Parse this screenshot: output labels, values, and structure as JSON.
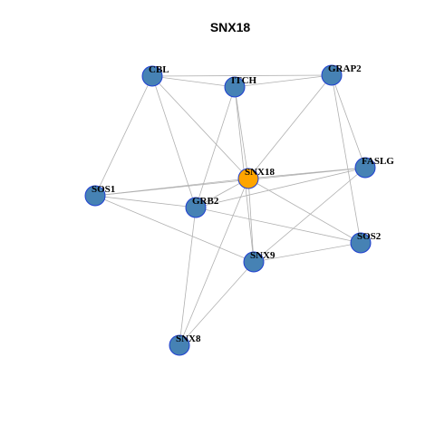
{
  "title": "SNX18",
  "colors": {
    "node_fill": "#4682B4",
    "node_stroke": "#1f3fd1",
    "center_fill": "#FFA500",
    "center_stroke": "#1f3fd1",
    "edge": "#b0b0b0"
  },
  "nodes": [
    {
      "id": "CBL",
      "label": "CBL"
    },
    {
      "id": "ITCH",
      "label": "ITCH"
    },
    {
      "id": "GRAP2",
      "label": "GRAP2"
    },
    {
      "id": "SNX18",
      "label": "SNX18",
      "center": true
    },
    {
      "id": "FASLG",
      "label": "FASLG"
    },
    {
      "id": "SOS1",
      "label": "SOS1"
    },
    {
      "id": "GRB2",
      "label": "GRB2"
    },
    {
      "id": "SOS2",
      "label": "SOS2"
    },
    {
      "id": "SNX9",
      "label": "SNX9"
    },
    {
      "id": "SNX8",
      "label": "SNX8"
    }
  ],
  "edges": [
    [
      "CBL",
      "ITCH"
    ],
    [
      "CBL",
      "GRAP2"
    ],
    [
      "CBL",
      "SNX18"
    ],
    [
      "CBL",
      "SOS1"
    ],
    [
      "CBL",
      "GRB2"
    ],
    [
      "ITCH",
      "GRAP2"
    ],
    [
      "ITCH",
      "SNX18"
    ],
    [
      "ITCH",
      "GRB2"
    ],
    [
      "ITCH",
      "SNX9"
    ],
    [
      "GRAP2",
      "SNX18"
    ],
    [
      "GRAP2",
      "FASLG"
    ],
    [
      "GRAP2",
      "SOS2"
    ],
    [
      "SNX18",
      "FASLG"
    ],
    [
      "SNX18",
      "SOS1"
    ],
    [
      "SNX18",
      "GRB2"
    ],
    [
      "SNX18",
      "SNX9"
    ],
    [
      "SNX18",
      "SOS2"
    ],
    [
      "SNX18",
      "SNX8"
    ],
    [
      "FASLG",
      "SOS1"
    ],
    [
      "FASLG",
      "GRB2"
    ],
    [
      "FASLG",
      "SNX9"
    ],
    [
      "SOS1",
      "GRB2"
    ],
    [
      "SOS1",
      "SNX9"
    ],
    [
      "GRB2",
      "SOS2"
    ],
    [
      "GRB2",
      "SNX8"
    ],
    [
      "SNX9",
      "SOS2"
    ],
    [
      "SNX9",
      "SNX8"
    ]
  ]
}
